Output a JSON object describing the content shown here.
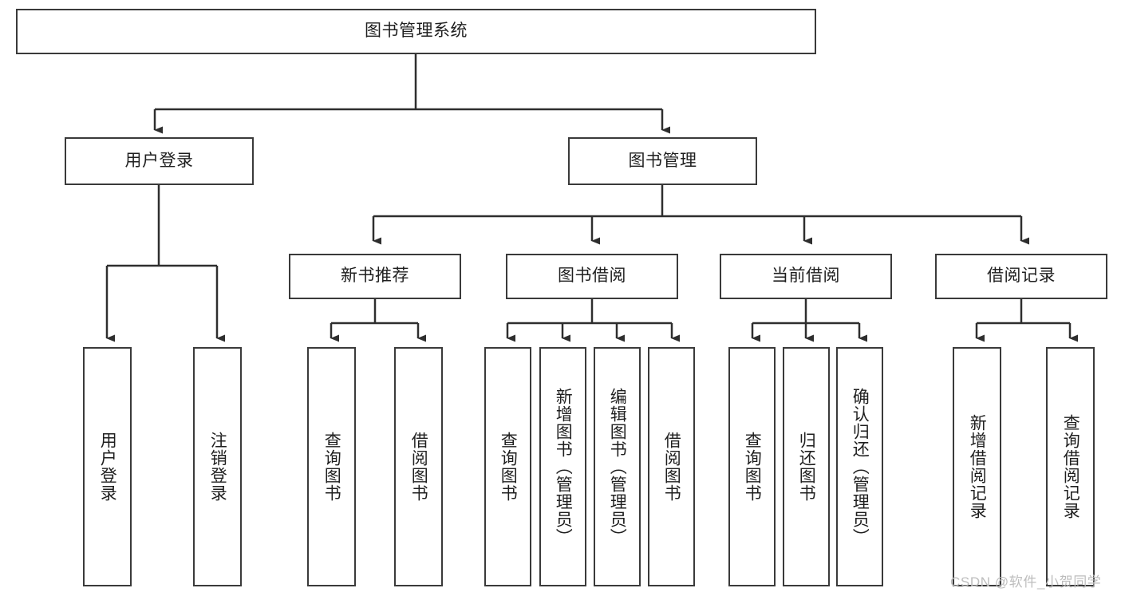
{
  "diagram": {
    "title": "图书管理系统",
    "type": "hierarchy-tree",
    "watermark": "CSDN @软件_小贺同学",
    "colors": {
      "border": "#3a3a3a",
      "background": "#ffffff",
      "text": "#1f1f1f",
      "watermark": "#bdbdbd"
    },
    "root": {
      "label": "图书管理系统"
    },
    "level2": [
      {
        "label": "用户登录"
      },
      {
        "label": "图书管理"
      }
    ],
    "level3": [
      {
        "label": "新书推荐"
      },
      {
        "label": "图书借阅"
      },
      {
        "label": "当前借阅"
      },
      {
        "label": "借阅记录"
      }
    ],
    "leaves": {
      "user_login": [
        {
          "label": "用户登录"
        },
        {
          "label": "注销登录"
        }
      ],
      "new_book_recommend": [
        {
          "label": "查询图书"
        },
        {
          "label": "借阅图书"
        }
      ],
      "book_borrow": [
        {
          "label": "查询图书"
        },
        {
          "label": "新增图书（管理员）"
        },
        {
          "label": "编辑图书（管理员）"
        },
        {
          "label": "借阅图书"
        }
      ],
      "current_borrow": [
        {
          "label": "查询图书"
        },
        {
          "label": "归还图书"
        },
        {
          "label": "确认归还（管理员）"
        }
      ],
      "borrow_records": [
        {
          "label": "新增借阅记录"
        },
        {
          "label": "查询借阅记录"
        }
      ]
    }
  }
}
